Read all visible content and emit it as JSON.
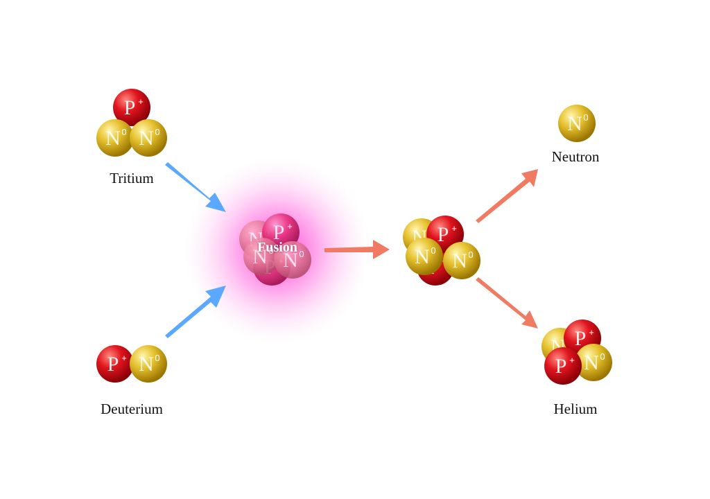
{
  "labels": {
    "tritium": "Tritium",
    "deuterium": "Deuterium",
    "neutron": "Neutron",
    "helium": "Helium",
    "fusion": "Fusion"
  },
  "particles": {
    "proton_letter": "P",
    "proton_sign": "+",
    "neutron_letter": "N",
    "neutron_sign": "0"
  },
  "colors": {
    "proton": "#e0151e",
    "neutron": "#e6c12e",
    "input_arrow": "#5aa8ff",
    "output_arrow": "#f07a62",
    "fusion_glow": "#ff4fd8"
  }
}
